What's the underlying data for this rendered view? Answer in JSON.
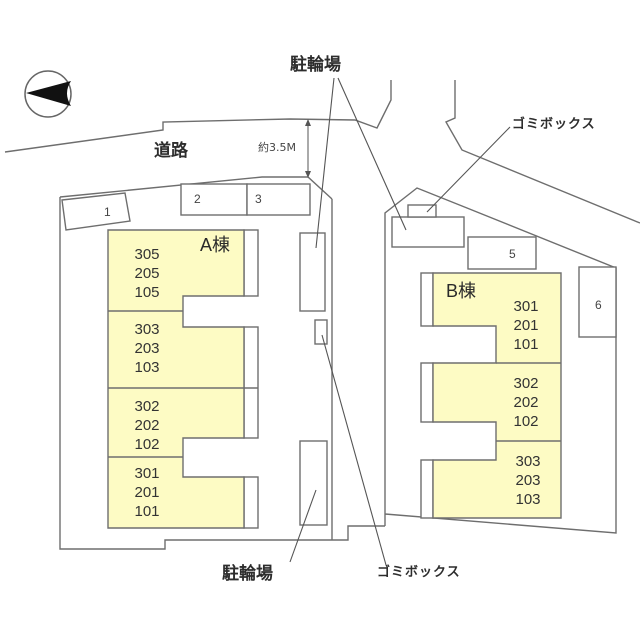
{
  "diagram": {
    "type": "site_layout_plan",
    "compass": {
      "icon": "compass-arrow-icon",
      "direction": "pointing-left"
    },
    "road": {
      "label": "道路",
      "width_label": "約3.5M"
    },
    "buildings": [
      {
        "name": "A棟",
        "units": [
          {
            "rooms": "305\n205\n105"
          },
          {
            "rooms": "303\n203\n103"
          },
          {
            "rooms": "302\n202\n102"
          },
          {
            "rooms": "301\n201\n101"
          }
        ]
      },
      {
        "name": "B棟",
        "units": [
          {
            "rooms": "301\n201\n101"
          },
          {
            "rooms": "302\n202\n102"
          },
          {
            "rooms": "303\n203\n103"
          }
        ]
      }
    ],
    "parking": [
      "1",
      "2",
      "3",
      "5",
      "6"
    ],
    "labels": {
      "bicycle_parking_top": "駐輪場",
      "bicycle_parking_bottom": "駐輪場",
      "garbage_box_top": "ゴミボックス",
      "garbage_box_bottom": "ゴミボックス"
    },
    "colors": {
      "building_fill": "#fdfbc4",
      "outline": "#6e6e6e",
      "background": "#ffffff"
    }
  }
}
